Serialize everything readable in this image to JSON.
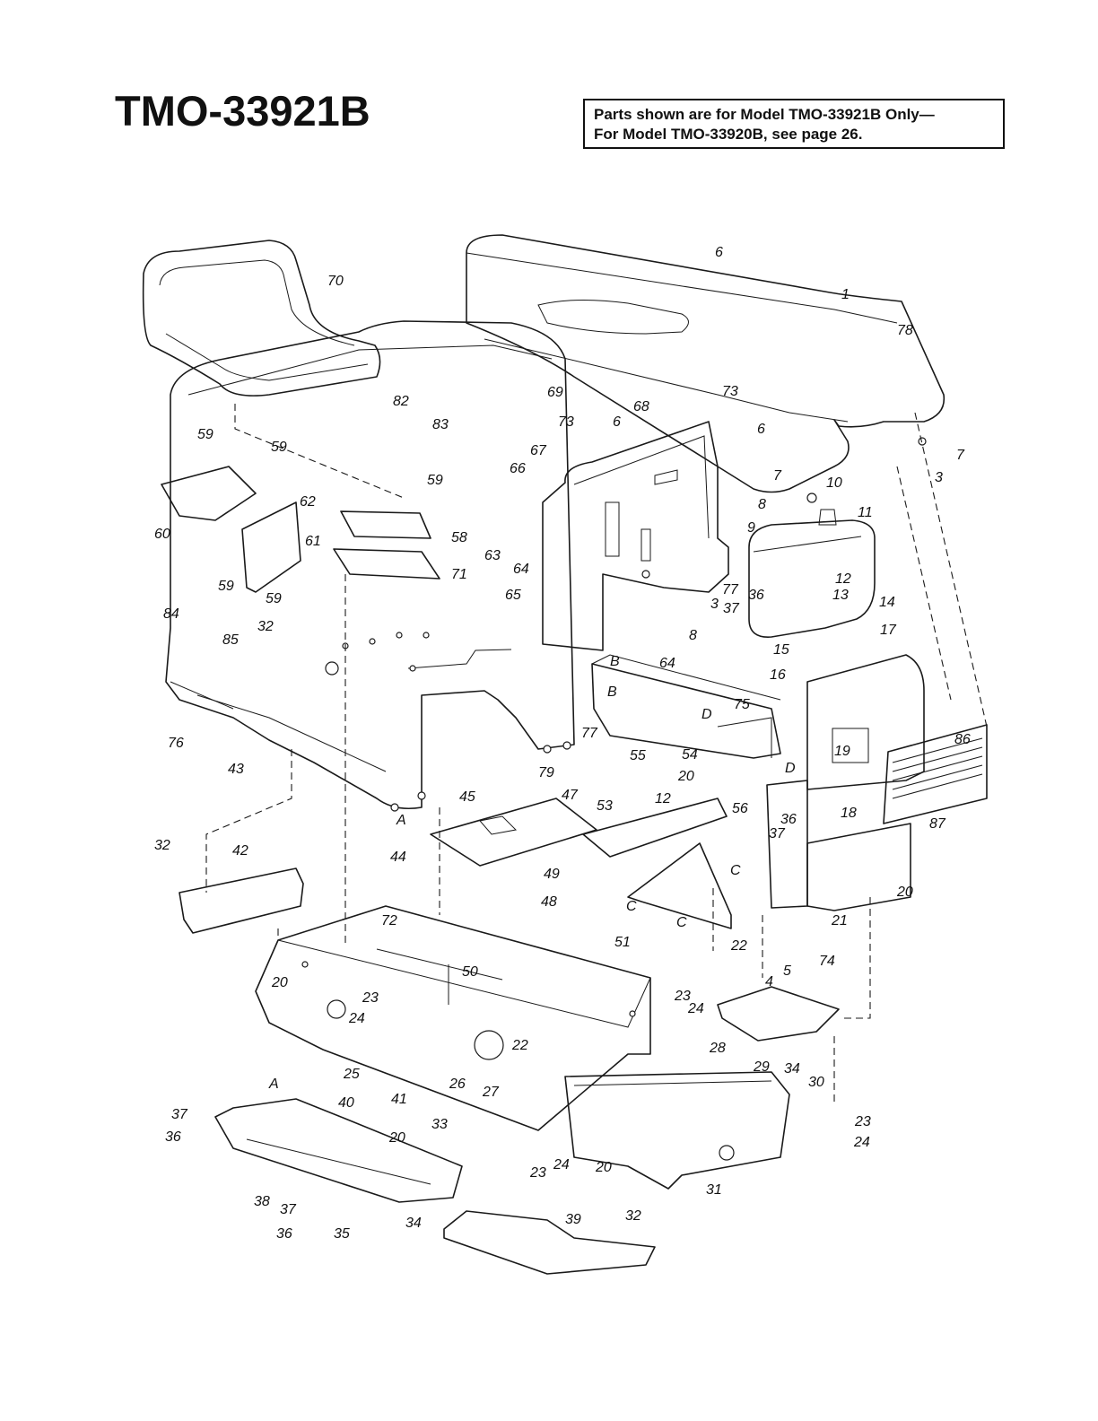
{
  "header": {
    "model_number": "TMO-33921B",
    "notice_line1": "Parts shown are for Model TMO-33921B Only—",
    "notice_line2": "For Model TMO-33920B, see page 26."
  },
  "diagram": {
    "subject": "Exploded parts view - seat, hood, fender, dash, frame and footrests",
    "labels": [
      "70",
      "1",
      "6",
      "73",
      "69",
      "73",
      "6",
      "68",
      "82",
      "83",
      "6",
      "7",
      "3",
      "7",
      "59",
      "59",
      "67",
      "66",
      "59",
      "10",
      "11",
      "8",
      "9",
      "60",
      "62",
      "58",
      "61",
      "71",
      "63",
      "64",
      "65",
      "12",
      "13",
      "14",
      "59",
      "59",
      "77",
      "3",
      "36",
      "37",
      "8",
      "64",
      "84",
      "32",
      "85",
      "15",
      "16",
      "17",
      "78",
      "B",
      "D",
      "75",
      "B",
      "77",
      "55",
      "54",
      "20",
      "56",
      "19",
      "86",
      "76",
      "43",
      "79",
      "45",
      "47",
      "53",
      "12",
      "D",
      "A",
      "44",
      "18",
      "87",
      "36",
      "37",
      "32",
      "42",
      "49",
      "48",
      "C",
      "20",
      "21",
      "72",
      "51",
      "22",
      "50",
      "20",
      "23",
      "24",
      "74",
      "4",
      "5",
      "23",
      "24",
      "22",
      "28",
      "29",
      "34",
      "30",
      "25",
      "A",
      "40",
      "41",
      "26",
      "27",
      "37",
      "36",
      "20",
      "33",
      "23",
      "24",
      "23",
      "24",
      "20",
      "31",
      "38",
      "37",
      "36",
      "35",
      "34",
      "39",
      "32",
      "C",
      "C"
    ]
  }
}
